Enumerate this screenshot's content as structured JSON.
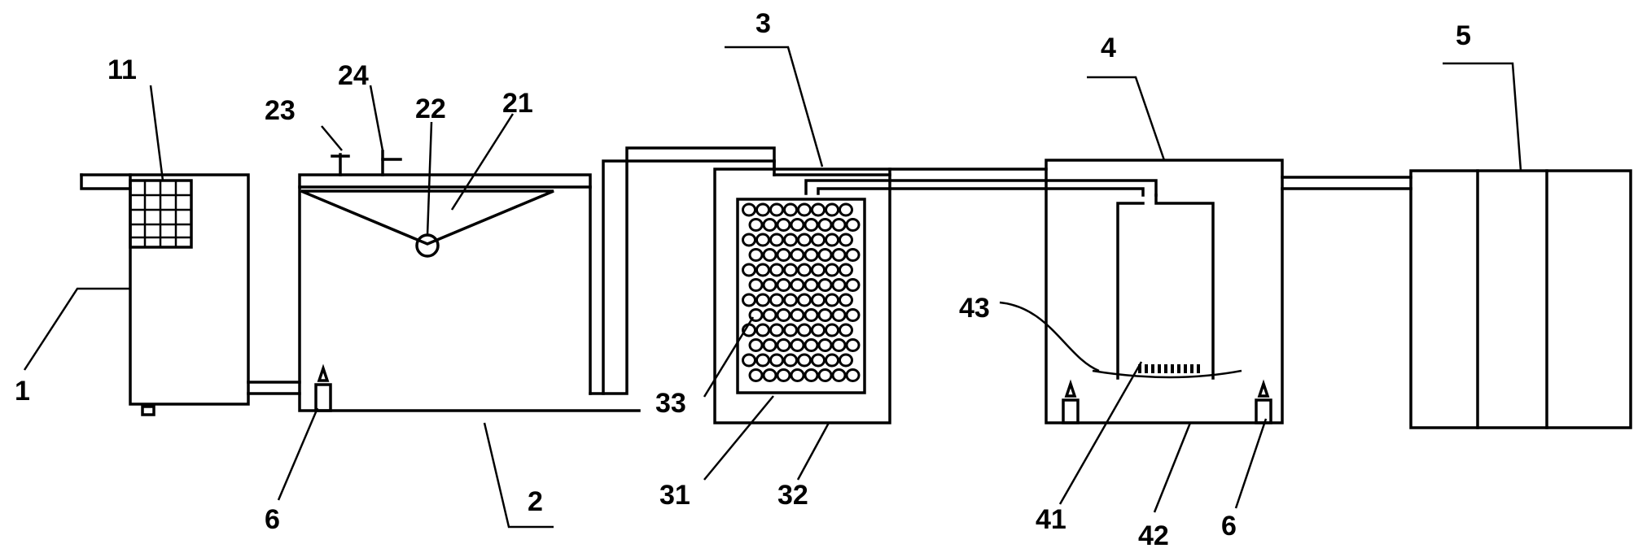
{
  "labels": {
    "l1": "1",
    "l11": "11",
    "l2": "2",
    "l21": "21",
    "l22": "22",
    "l23": "23",
    "l24": "24",
    "l3": "3",
    "l31": "31",
    "l32": "32",
    "l33": "33",
    "l4": "4",
    "l41": "41",
    "l42": "42",
    "l43": "43",
    "l5": "5",
    "l6a": "6",
    "l6b": "6"
  }
}
